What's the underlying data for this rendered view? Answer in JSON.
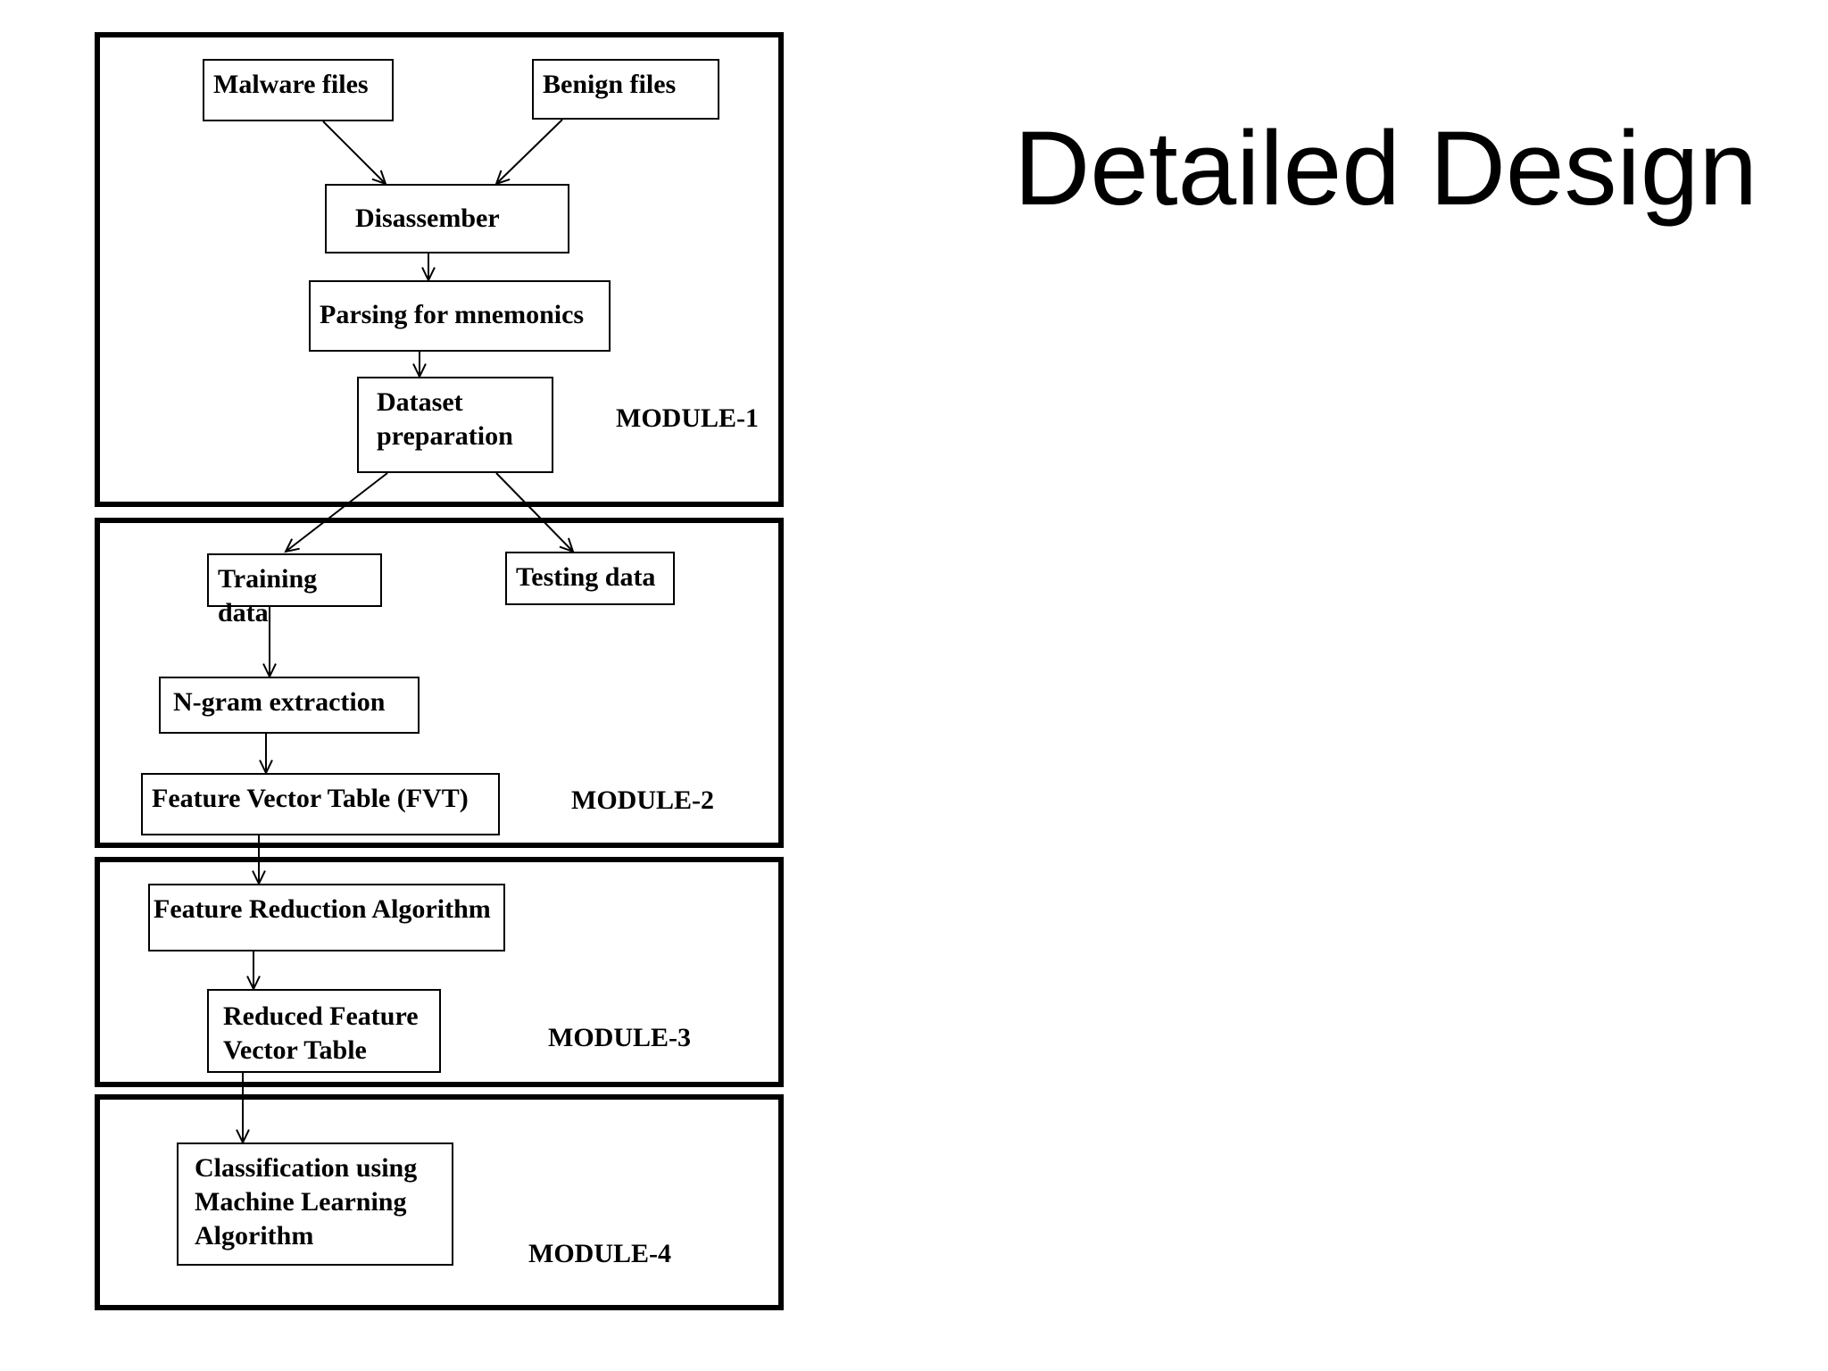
{
  "slide": {
    "title": "Detailed Design"
  },
  "diagram": {
    "modules": [
      {
        "id": "m1",
        "label": "MODULE-1"
      },
      {
        "id": "m2",
        "label": "MODULE-2"
      },
      {
        "id": "m3",
        "label": "MODULE-3"
      },
      {
        "id": "m4",
        "label": "MODULE-4"
      }
    ],
    "nodes": {
      "malware": "Malware files",
      "benign": "Benign files",
      "disassembler": "Disassember",
      "parsing": "Parsing for mnemonics",
      "dataset": "Dataset\npreparation",
      "training": "Training data",
      "testing": "Testing data",
      "ngram": "N-gram extraction",
      "fvt": "Feature Vector Table (FVT)",
      "reduction": "Feature Reduction Algorithm",
      "rfvt": "Reduced Feature\nVector Table",
      "classification": "Classification using\nMachine Learning\nAlgorithm"
    },
    "edges": [
      {
        "from": "malware",
        "to": "disassembler"
      },
      {
        "from": "benign",
        "to": "disassembler"
      },
      {
        "from": "disassembler",
        "to": "parsing"
      },
      {
        "from": "parsing",
        "to": "dataset"
      },
      {
        "from": "dataset",
        "to": "training"
      },
      {
        "from": "dataset",
        "to": "testing"
      },
      {
        "from": "training",
        "to": "ngram"
      },
      {
        "from": "ngram",
        "to": "fvt"
      },
      {
        "from": "fvt",
        "to": "reduction"
      },
      {
        "from": "reduction",
        "to": "rfvt"
      },
      {
        "from": "rfvt",
        "to": "classification"
      }
    ]
  }
}
